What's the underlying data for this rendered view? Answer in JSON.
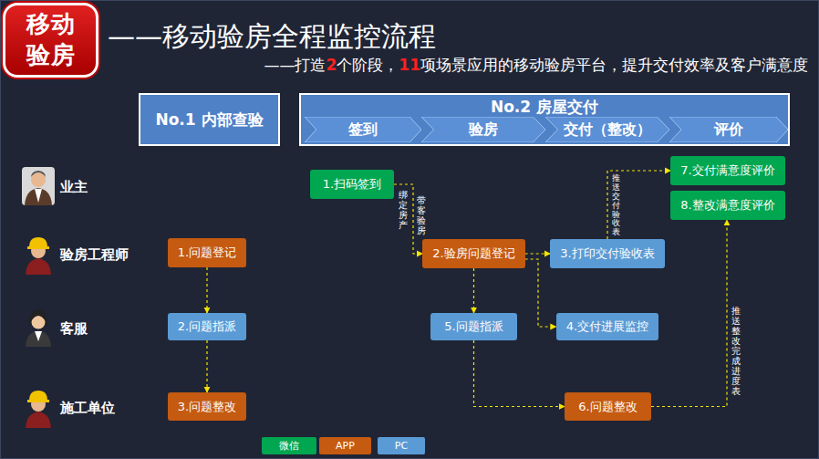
{
  "diagram": {
    "title": "——移动验房全程监控流程",
    "nodes": [
      {
        "text": [
          "移动 验房"
        ]
      },
      {
        "text": [
          "No.1 内部查验"
        ]
      },
      {
        "text": [
          "No.2 房屋交付"
        ]
      },
      {
        "text": [
          "签到"
        ],
        "in": 2
      },
      {
        "text": [
          "验房"
        ],
        "in": 2
      },
      {
        "text": [
          "交付（整改）"
        ],
        "in": 2
      },
      {
        "text": [
          "评价"
        ],
        "in": 2
      },
      {
        "text": [
          "1.扫码签到"
        ]
      },
      {
        "text": [
          "1.问题登记"
        ]
      },
      {
        "text": [
          "2.验房问题登记"
        ]
      },
      {
        "text": [
          "3.打印交付验收表"
        ]
      },
      {
        "text": [
          "7.交付满意度评价"
        ]
      },
      {
        "text": [
          "8.整改满意度评价"
        ]
      },
      {
        "text": [
          "2.问题指派"
        ]
      },
      {
        "text": [
          "5.问题指派"
        ]
      },
      {
        "text": [
          "4.交付进展监控"
        ]
      },
      {
        "text": [
          "3.问题整改"
        ]
      },
      {
        "text": [
          "6.问题整改"
        ]
      }
    ],
    "edges": [
      {
        "from": 8,
        "to": 13,
        "arrow": "to"
      },
      {
        "from": 13,
        "to": 16,
        "arrow": "to"
      },
      {
        "from": 7,
        "to": 9,
        "label": "绑定房产",
        "arrow": "to"
      },
      {
        "from": 9,
        "to": 10,
        "arrow": "to"
      },
      {
        "from": 9,
        "to": 14,
        "arrow": "to"
      },
      {
        "from": 9,
        "to": 15,
        "arrow": "to"
      },
      {
        "from": 10,
        "to": 11,
        "label": "推送交付验收表",
        "arrow": "to"
      },
      {
        "from": 14,
        "to": 17,
        "arrow": "to"
      },
      {
        "from": 17,
        "to": 12,
        "label": "推送整改完成进度表",
        "arrow": "to"
      }
    ],
    "labels": [
      "——打造",
      "2",
      "个阶段，",
      "11",
      "项场景应用的移动验房平台，提升交付效率及客户满意度",
      "业主",
      "验房工程师",
      "客服",
      "施工单位",
      "带客验房"
    ],
    "legend": [
      {
        "text": "微信",
        "color": "#00a650"
      },
      {
        "text": "APP",
        "color": "#c55a11"
      },
      {
        "text": "PC",
        "color": "#5b9bd5"
      }
    ]
  }
}
